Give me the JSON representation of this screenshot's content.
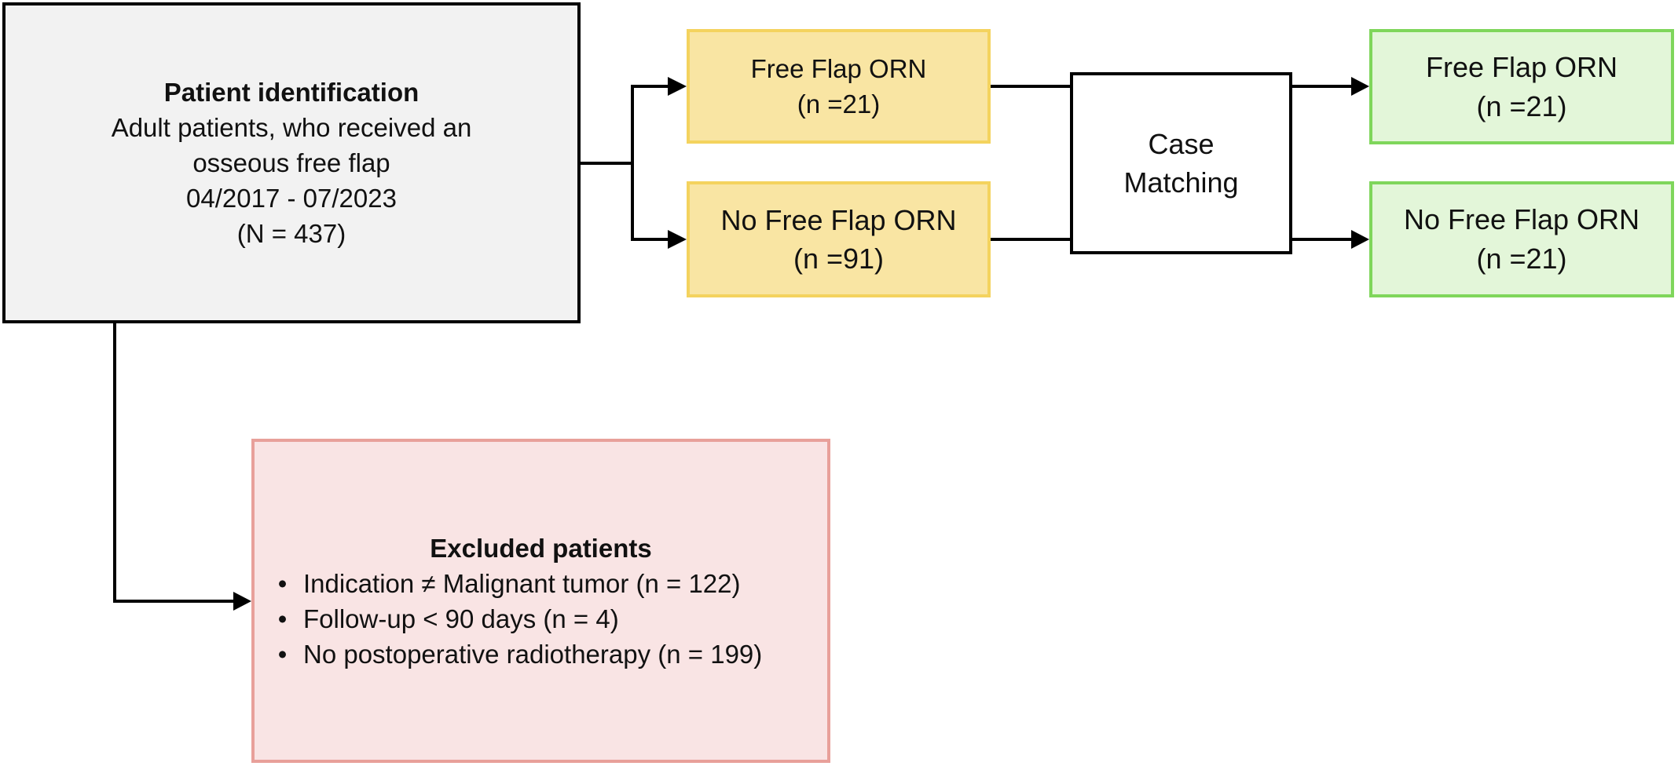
{
  "identification": {
    "title": "Patient identification",
    "lines": [
      "Adult patients, who received an",
      "osseous free flap",
      "04/2017 - 07/2023",
      "(N = 437)"
    ]
  },
  "groups": {
    "free_flap_orn": {
      "label": "Free Flap ORN",
      "count": "(n =21)"
    },
    "no_free_flap_orn": {
      "label": "No Free Flap ORN",
      "count": "(n =91)"
    }
  },
  "matching": {
    "lines": [
      "Case",
      "Matching"
    ]
  },
  "matched": {
    "free_flap_orn": {
      "label": "Free Flap ORN",
      "count": "(n =21)"
    },
    "no_free_flap_orn": {
      "label": "No Free Flap ORN",
      "count": "(n =21)"
    }
  },
  "excluded": {
    "title": "Excluded patients",
    "items": [
      "Indication ≠ Malignant tumor (n = 122)",
      "Follow-up < 90 days (n = 4)",
      "No postoperative radiotherapy (n = 199)"
    ],
    "bullet": "•"
  },
  "colors": {
    "identification_fill": "#f2f2f2",
    "group_fill": "#f9e5a3",
    "group_border": "#f4d35e",
    "matched_fill": "#e3f6d9",
    "matched_border": "#7fd65b",
    "excluded_fill": "#f9e4e4",
    "excluded_border": "#e8a09a"
  }
}
